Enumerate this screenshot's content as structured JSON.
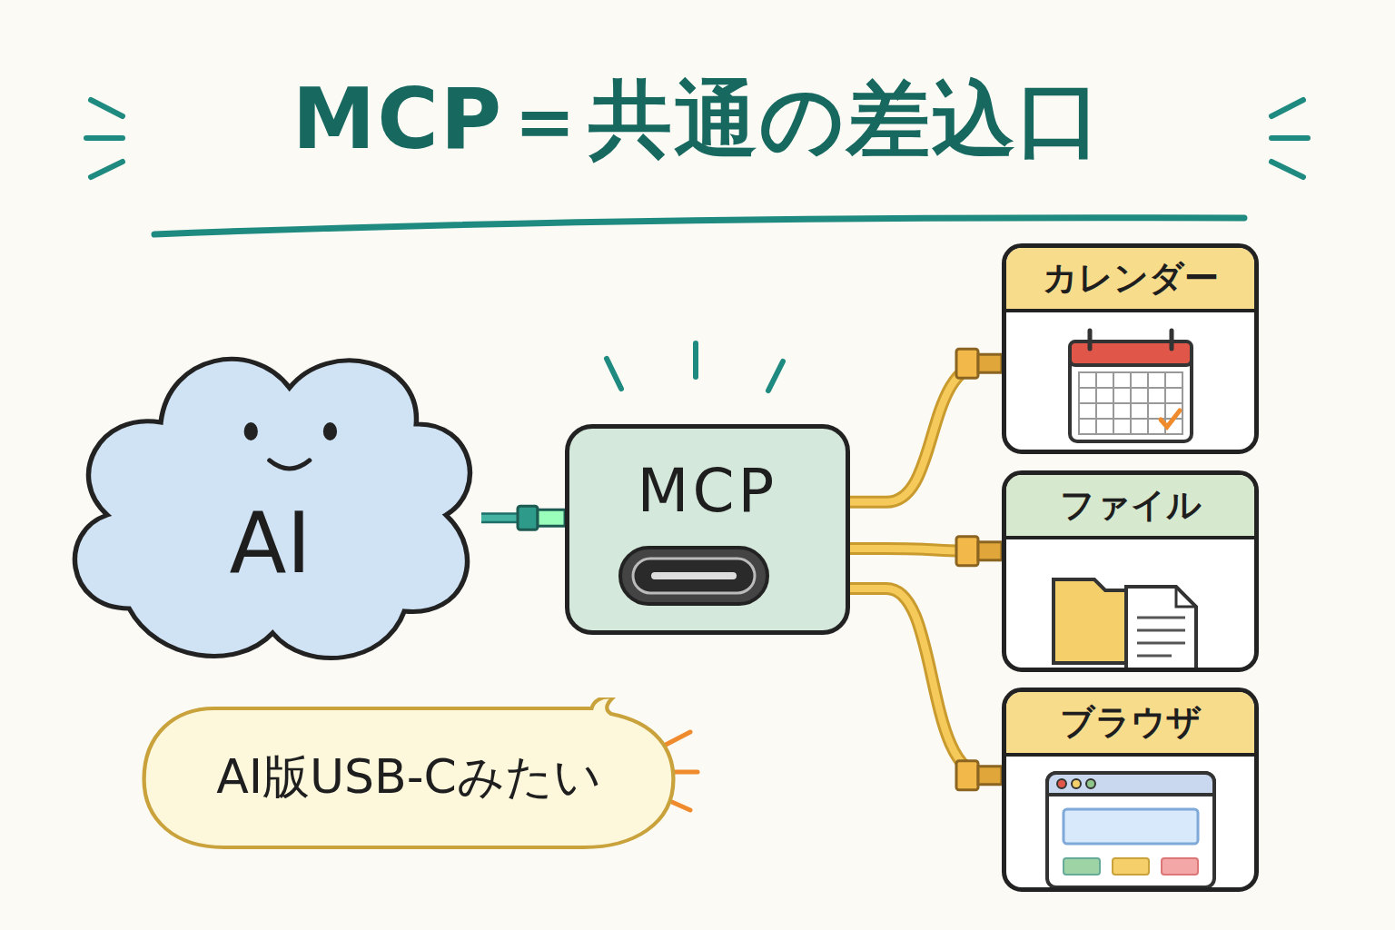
{
  "diagram": {
    "title": "MCP＝共通の差込口",
    "nodes": [
      {
        "text": [
          "AI"
        ]
      },
      {
        "text": [
          "MCP"
        ]
      },
      {
        "text": [
          "カレンダー"
        ]
      },
      {
        "text": [
          "ファイル"
        ]
      },
      {
        "text": [
          "ブラウザ"
        ]
      },
      {
        "text": [
          "AI版USB-Cみたい"
        ]
      }
    ],
    "edges": [
      {
        "from": 0,
        "to": 1,
        "arrow": "none"
      },
      {
        "from": 1,
        "to": 2,
        "arrow": "none"
      },
      {
        "from": 1,
        "to": 3,
        "arrow": "none"
      },
      {
        "from": 1,
        "to": 4,
        "arrow": "none"
      }
    ]
  }
}
